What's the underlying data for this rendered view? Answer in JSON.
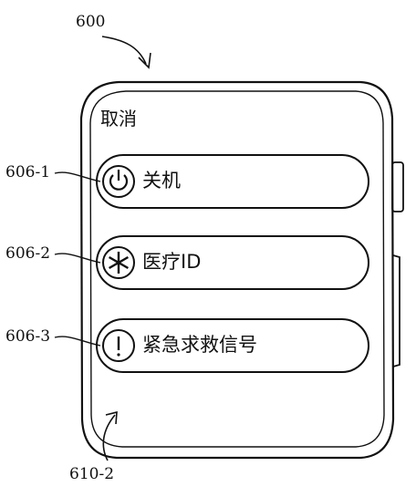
{
  "figure": {
    "ref_main": "600",
    "ref_screen": "610-2",
    "ref_buttons": [
      "606-1",
      "606-2",
      "606-3"
    ]
  },
  "screen": {
    "cancel_label": "取消",
    "buttons": [
      {
        "label": "关机",
        "icon": "power-icon"
      },
      {
        "label": "医疗ID",
        "icon": "medical-asterisk-icon"
      },
      {
        "label": "紧急求救信号",
        "icon": "exclamation-icon"
      }
    ]
  }
}
